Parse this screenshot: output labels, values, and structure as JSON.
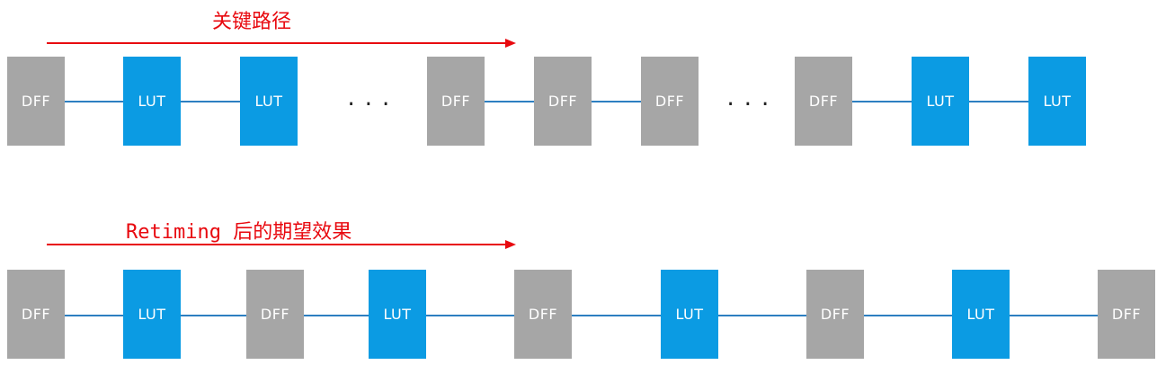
{
  "diagram": {
    "colors": {
      "title": "#e8090f",
      "dff": "#a6a6a6",
      "lut": "#0b9be3",
      "wire": "#2d7fc1",
      "arrow": "#e8090f"
    },
    "top": {
      "title": "关键路径",
      "blocks": [
        {
          "type": "dff",
          "label": "DFF"
        },
        {
          "type": "lut",
          "label": "LUT"
        },
        {
          "type": "lut",
          "label": "LUT"
        },
        {
          "type": "ellipsis",
          "label": "..."
        },
        {
          "type": "dff",
          "label": "DFF"
        },
        {
          "type": "dff",
          "label": "DFF"
        },
        {
          "type": "dff",
          "label": "DFF"
        },
        {
          "type": "ellipsis",
          "label": "..."
        },
        {
          "type": "dff",
          "label": "DFF"
        },
        {
          "type": "lut",
          "label": "LUT"
        },
        {
          "type": "lut",
          "label": "LUT"
        }
      ]
    },
    "bottom": {
      "title": "Retiming 后的期望效果",
      "blocks": [
        {
          "type": "dff",
          "label": "DFF"
        },
        {
          "type": "lut",
          "label": "LUT"
        },
        {
          "type": "dff",
          "label": "DFF"
        },
        {
          "type": "lut",
          "label": "LUT"
        },
        {
          "type": "dff",
          "label": "DFF"
        },
        {
          "type": "lut",
          "label": "LUT"
        },
        {
          "type": "dff",
          "label": "DFF"
        },
        {
          "type": "lut",
          "label": "LUT"
        },
        {
          "type": "dff",
          "label": "DFF"
        }
      ]
    }
  }
}
